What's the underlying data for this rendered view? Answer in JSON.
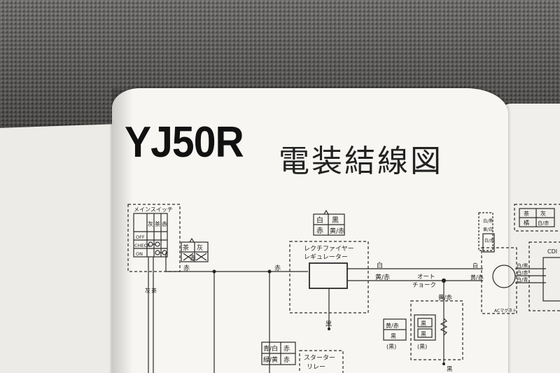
{
  "photo": {
    "background": "carbon-fiber-surface",
    "colors": {
      "page": "#f7f6f2",
      "ink": "#222222",
      "surface": "#5f5e5c"
    }
  },
  "page": {
    "model": "YJ50R",
    "title": "電装結線図"
  },
  "diagram": {
    "main_switch": {
      "label": "メインスイッチ",
      "columns": [
        "灰",
        "茶",
        "赤"
      ],
      "positions": [
        "OFF",
        "CHECK",
        "ON"
      ]
    },
    "switch_wire_left": "灰",
    "switch_wire_right": "茶",
    "connector_top": [
      "茶",
      "灰"
    ],
    "connector_bottom": "赤",
    "wire_red_1": "赤",
    "wire_red_2": "赤",
    "rectifier": {
      "connector": [
        "白",
        "黒",
        "赤",
        "黄/赤"
      ],
      "label_line1": "レクチファイヤー",
      "label_line2": "レギュレーター"
    },
    "wire_white": "白",
    "wire_yellow_red": "黄/赤",
    "wire_black": "黒",
    "auto_choke": {
      "label_line1": "オート",
      "label_line2": "チョーク",
      "wire": "黄/赤",
      "connector_left": [
        "黄/赤",
        "黒"
      ],
      "connector_right": [
        "黒",
        "黒"
      ],
      "caption": "(黒)",
      "caption2": "(黒)",
      "ground": "黒"
    },
    "starter_relay": {
      "connector": [
        "青/白",
        "赤",
        "緑/黄",
        "赤"
      ],
      "label_line1": "スターター",
      "label_line2": "リレー"
    },
    "right_edge": {
      "wire_white": "白",
      "wire_yellow_red": "黄/赤",
      "labels": [
        "白/黒",
        "白/赤",
        "白/青"
      ],
      "connector_labels": [
        "白/黒",
        "黄/白",
        "白/赤"
      ],
      "box_labels": [
        "茶",
        "灰",
        "橘",
        "白/赤"
      ],
      "coil_label": "CDI",
      "ac_label": "ACマグネト"
    }
  }
}
